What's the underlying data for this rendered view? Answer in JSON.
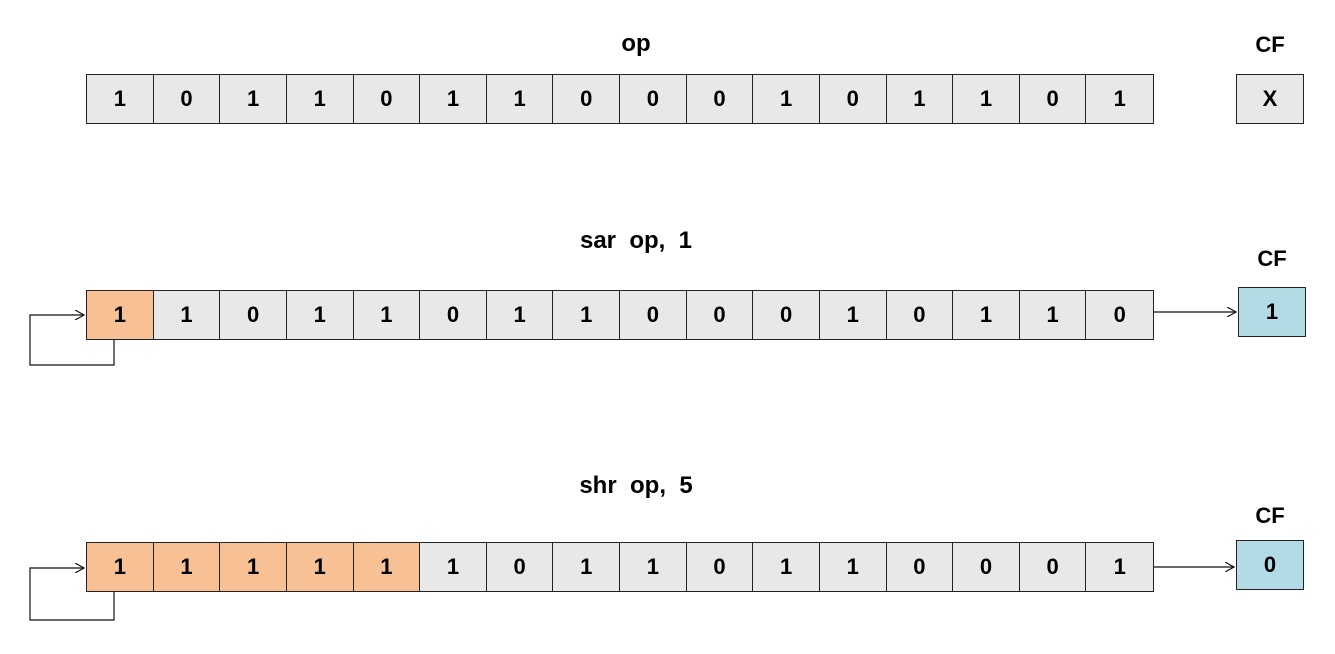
{
  "rows": [
    {
      "title": "op",
      "bits": [
        "1",
        "0",
        "1",
        "1",
        "0",
        "1",
        "1",
        "0",
        "0",
        "0",
        "1",
        "0",
        "1",
        "1",
        "0",
        "1"
      ],
      "highlighted_count": 0,
      "cf_label": "CF",
      "cf_value": "X",
      "cf_color": "#e8e8e8",
      "has_arrows": false
    },
    {
      "title": "sar  op,  1",
      "bits": [
        "1",
        "1",
        "0",
        "1",
        "1",
        "0",
        "1",
        "1",
        "0",
        "0",
        "0",
        "1",
        "0",
        "1",
        "1",
        "0"
      ],
      "highlighted_count": 1,
      "cf_label": "CF",
      "cf_value": "1",
      "cf_color": "#b3dbe6",
      "has_arrows": true
    },
    {
      "title": "shr  op,  5",
      "bits": [
        "1",
        "1",
        "1",
        "1",
        "1",
        "1",
        "0",
        "1",
        "1",
        "0",
        "1",
        "1",
        "0",
        "0",
        "0",
        "1"
      ],
      "highlighted_count": 5,
      "cf_label": "CF",
      "cf_value": "0",
      "cf_color": "#b3dbe6",
      "has_arrows": true
    }
  ],
  "colors": {
    "bit_default": "#e8e8e8",
    "bit_highlight": "#f8c095",
    "cf_result": "#b3dbe6"
  }
}
